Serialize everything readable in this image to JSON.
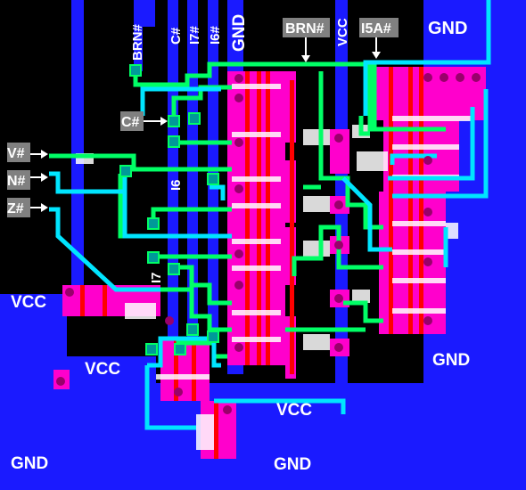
{
  "labels": {
    "top_brn": "BRN#",
    "top_c": "C#",
    "top_i7": "I7#",
    "top_i6": "I6#",
    "top_gnd": "GND",
    "tag_brn": "BRN#",
    "top_vcc": "VCC",
    "tag_i5a": "I5A#",
    "gnd_top_right": "GND",
    "tag_c": "C#",
    "tag_v": "V#",
    "tag_n": "N#",
    "tag_z": "Z#",
    "mid_i6": "I6",
    "mid_i7": "I7",
    "vcc_left": "VCC",
    "vcc_mid_left": "VCC",
    "gnd_right": "GND",
    "vcc_bottom": "VCC",
    "gnd_bottom_left": "GND",
    "gnd_bottom_mid": "GND"
  },
  "colors": {
    "background": "#000000",
    "metal": "#1a1aff",
    "poly": "#00ff66",
    "diffusion": "#ff00cc",
    "contact": "#00e5ff",
    "red": "#ff0000",
    "via": "#009999",
    "white": "#ffffff",
    "tag_bg": "#808080"
  }
}
